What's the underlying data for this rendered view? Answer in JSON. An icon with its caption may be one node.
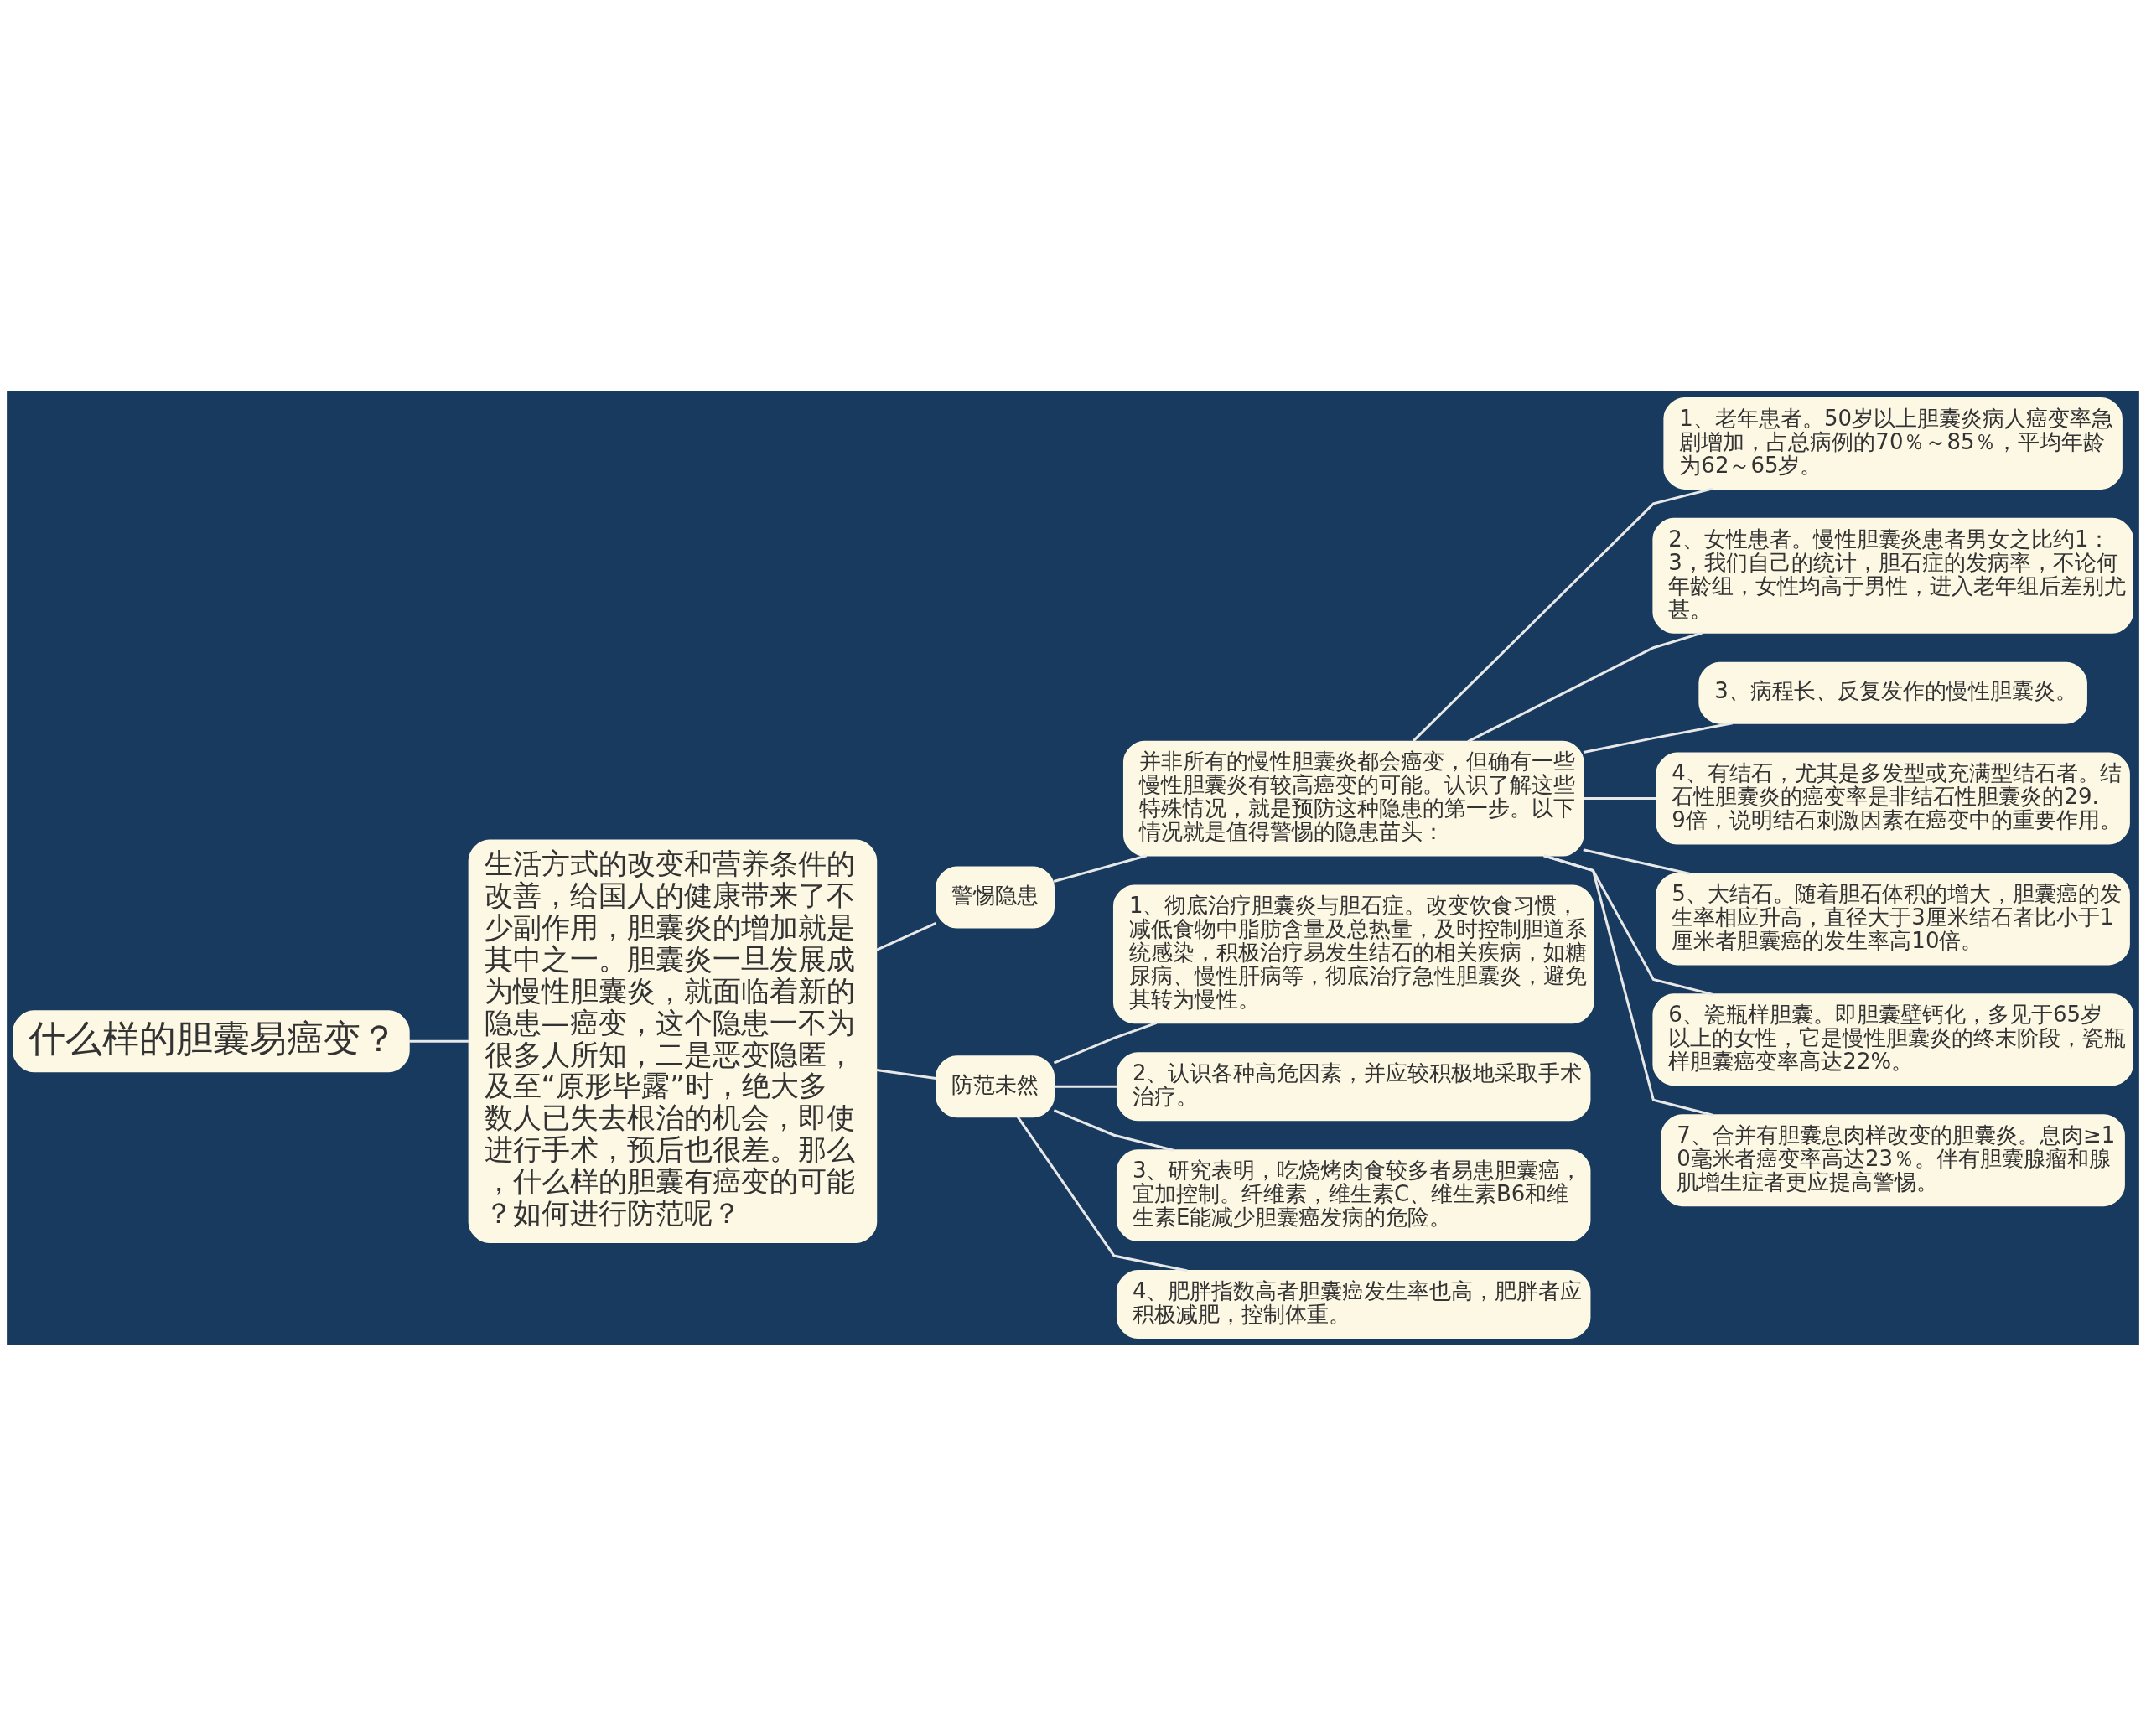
{
  "diagram": {
    "nodes": [
      {
        "text": [
          "什么样的胆囊易癌变？"
        ]
      },
      {
        "text": [
          "生活方式的改变和营养条件的改善，给国人的健康带来了不少副作用，胆囊炎的增加就是其中之一。胆囊炎一旦发展成为慢性胆囊炎，就面临着新的隐患—癌变，这个隐患一不为很多人所知，二是恶变隐匿，及至“原形毕露”时，绝大多数人已失去根治的机会，即使进行手术，预后也很差。那么，什么样的胆囊有癌变的可能？如何进行防范呢？"
        ]
      },
      {
        "text": [
          "警惕隐患"
        ]
      },
      {
        "text": [
          "并非所有的慢性胆囊炎都会癌变，但确有一些慢性胆囊炎有较高癌变的可能。认识了解这些特殊情况，就是预防这种隐患的第一步。以下情况就是值得警惕的隐患苗头："
        ]
      },
      {
        "text": [
          "1、老年患者。50岁以上胆囊炎病人癌变率急剧增加，占总病例的70％～85％，平均年龄为62～65岁。"
        ]
      },
      {
        "text": [
          "2、女性患者。慢性胆囊炎患者男女之比约1：3，我们自己的统计，胆石症的发病率，不论何年龄组，女性均高于男性，进入老年组后差别尤甚。"
        ]
      },
      {
        "text": [
          "3、病程长、反复发作的慢性胆囊炎。"
        ]
      },
      {
        "text": [
          "4、有结石，尤其是多发型或充满型结石者。结石性胆囊炎的癌变率是非结石性胆囊炎的29.9倍，说明结石刺激因素在癌变中的重要作用。"
        ]
      },
      {
        "text": [
          "5、大结石。随着胆石体积的增大，胆囊癌的发生率相应升高，直径大于3厘米结石者比小于1厘米者胆囊癌的发生率高10倍。"
        ]
      },
      {
        "text": [
          "6、瓷瓶样胆囊。即胆囊壁钙化，多见于65岁以上的女性，它是慢性胆囊炎的终末阶段，瓷瓶样胆囊癌变率高达22%。"
        ]
      },
      {
        "text": [
          "7、合并有胆囊息肉样改变的胆囊炎。息肉≥10毫米者癌变率高达23％。伴有胆囊腺瘤和腺肌增生症者更应提高警惕。"
        ]
      },
      {
        "text": [
          "防范未然"
        ]
      },
      {
        "text": [
          "1、彻底治疗胆囊炎与胆石症。改变饮食习惯，减低食物中脂肪含量及总热量，及时控制胆道系统感染，积极治疗易发生结石的相关疾病，如糖尿病、慢性肝病等，彻底治疗急性胆囊炎，避免其转为慢性。"
        ]
      },
      {
        "text": [
          "2、认识各种高危因素，并应较积极地采取手术治疗。"
        ]
      },
      {
        "text": [
          "3、研究表明，吃烧烤肉食较多者易患胆囊癌，宜加控制。纤维素，维生素C、维生素B6和维生素E能减少胆囊癌发病的危险。"
        ]
      },
      {
        "text": [
          "4、肥胖指数高者胆囊癌发生率也高，肥胖者应积极减肥，控制体重。"
        ]
      }
    ],
    "edges": [
      {
        "from": 0,
        "to": 1,
        "arrow": "none"
      },
      {
        "from": 1,
        "to": 2,
        "arrow": "none"
      },
      {
        "from": 2,
        "to": 3,
        "arrow": "none"
      },
      {
        "from": 3,
        "to": 4,
        "arrow": "none"
      },
      {
        "from": 3,
        "to": 5,
        "arrow": "none"
      },
      {
        "from": 3,
        "to": 6,
        "arrow": "none"
      },
      {
        "from": 3,
        "to": 7,
        "arrow": "none"
      },
      {
        "from": 3,
        "to": 8,
        "arrow": "none"
      },
      {
        "from": 3,
        "to": 9,
        "arrow": "none"
      },
      {
        "from": 3,
        "to": 10,
        "arrow": "none"
      },
      {
        "from": 1,
        "to": 11,
        "arrow": "none"
      },
      {
        "from": 11,
        "to": 12,
        "arrow": "none"
      },
      {
        "from": 11,
        "to": 13,
        "arrow": "none"
      },
      {
        "from": 11,
        "to": 14,
        "arrow": "none"
      },
      {
        "from": 11,
        "to": 15,
        "arrow": "none"
      }
    ]
  }
}
